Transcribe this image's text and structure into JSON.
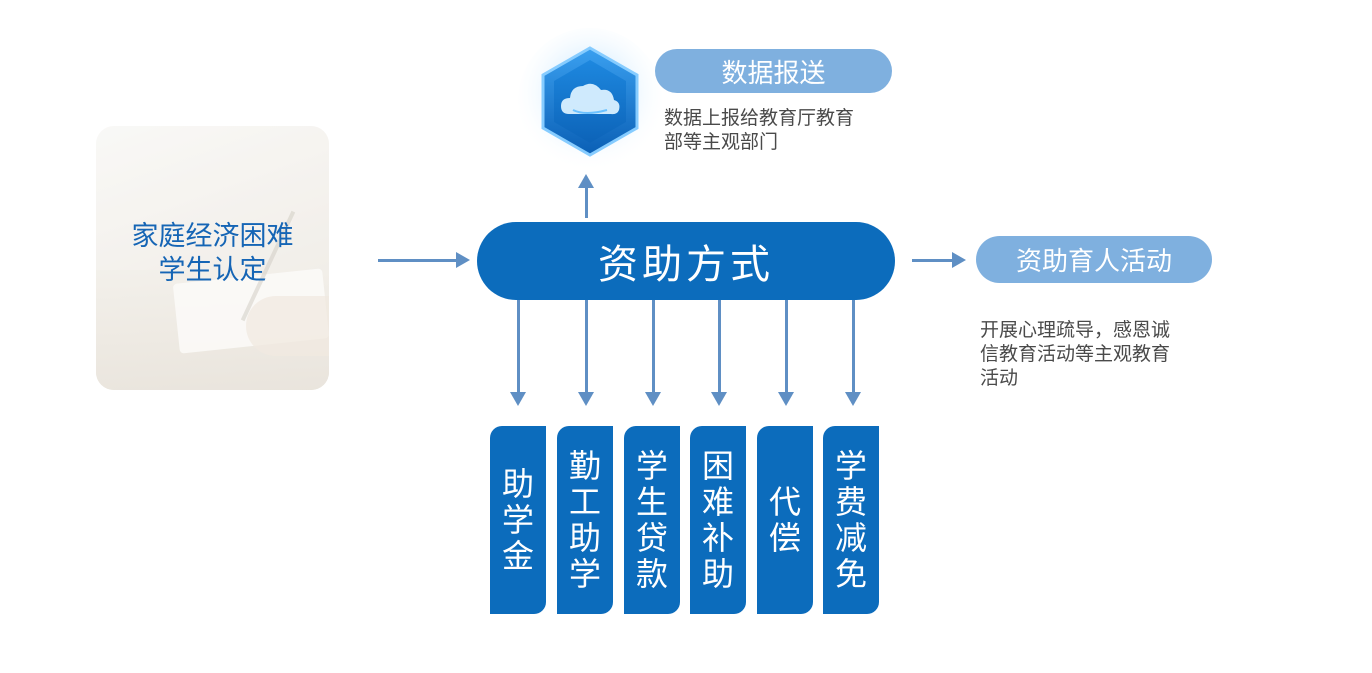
{
  "student_card": {
    "label_line1": "家庭经济困难",
    "label_line2": "学生认定"
  },
  "hub": {
    "label": "资助方式"
  },
  "data_report": {
    "title": "数据报送",
    "desc_line1": "数据上报给教育厅教育",
    "desc_line2": "部等主观部门"
  },
  "activity": {
    "title": "资助育人活动",
    "desc_line1": "开展心理疏导，感恩诚",
    "desc_line2": "信教育活动等主观教育",
    "desc_line3": "活动"
  },
  "methods": [
    {
      "label": "助学金"
    },
    {
      "label": "勤工助学"
    },
    {
      "label": "学生贷款"
    },
    {
      "label": "困难补助"
    },
    {
      "label": "代偿"
    },
    {
      "label": "学费减免"
    }
  ],
  "icons": {
    "cloud": "cloud-icon"
  },
  "colors": {
    "primary": "#0c6cbc",
    "pill": "#7fb0df",
    "arrow": "#5f8fc4",
    "card_text": "#1565b5"
  }
}
